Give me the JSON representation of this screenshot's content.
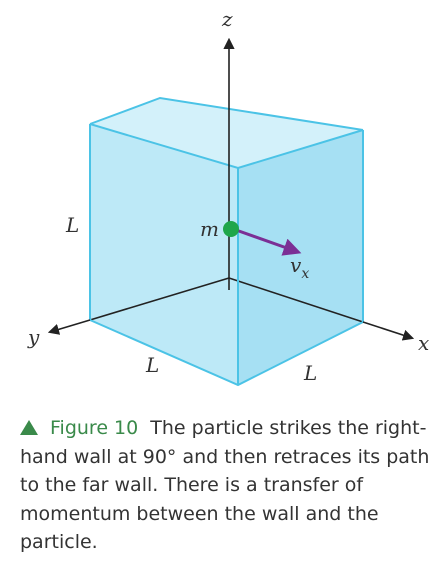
{
  "diagram": {
    "axis_labels": {
      "z": "z",
      "y": "y",
      "x": "x"
    },
    "edge_labels": {
      "left": "L",
      "bottom_left": "L",
      "bottom_right": "L"
    },
    "particle_label": "m",
    "velocity_label": "v",
    "velocity_subscript": "x",
    "colors": {
      "cube_front": "#bde9f7",
      "cube_side": "#a6e0f3",
      "cube_top": "#d3f1fa",
      "cube_edge": "#4bc3e6",
      "axis": "#222222",
      "particle": "#1fa64a",
      "velocity": "#7b2f95"
    }
  },
  "caption": {
    "figure_label": "Figure 10",
    "text": "The particle strikes the right-hand wall at 90° and then retraces its path to the far wall. There is a transfer of momentum between the wall and the particle."
  }
}
